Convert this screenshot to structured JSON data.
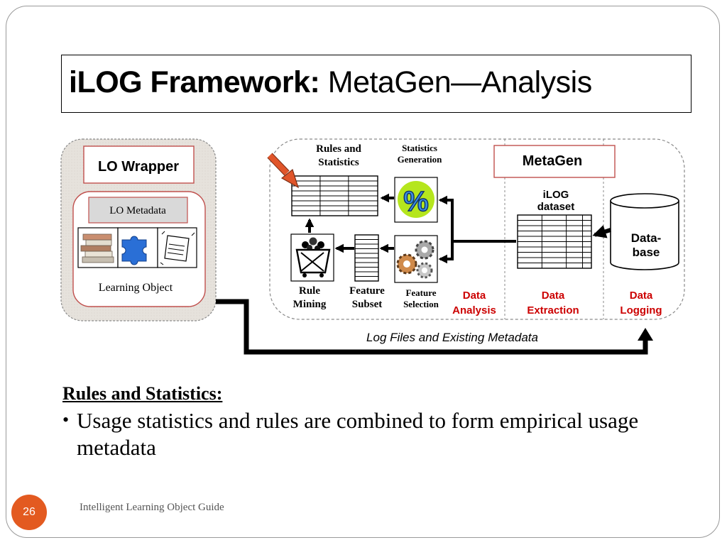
{
  "slide": {
    "title_main": "iLOG Framework:",
    "title_sub": " MetaGen—Analysis",
    "page_number": "26",
    "footer": "Intelligent Learning Object Guide"
  },
  "diagram": {
    "lo_wrapper_label": "LO Wrapper",
    "lo_metadata_label": "LO Metadata",
    "learning_object_label": "Learning Object",
    "metagen_label": "MetaGen",
    "rules_and_statistics_label": [
      "Rules and",
      "Statistics"
    ],
    "statistics_generation_label": [
      "Statistics",
      "Generation"
    ],
    "ilog_dataset_label": [
      "iLOG",
      "dataset"
    ],
    "database_label": [
      "Data-",
      "base"
    ],
    "rule_mining_label": [
      "Rule",
      "Mining"
    ],
    "feature_subset_label": [
      "Feature",
      "Subset"
    ],
    "feature_selection_label": [
      "Feature",
      "Selection"
    ],
    "data_analysis_label": [
      "Data",
      "Analysis"
    ],
    "data_extraction_label": [
      "Data",
      "Extraction"
    ],
    "data_logging_label": [
      "Data",
      "Logging"
    ],
    "log_files_label": "Log Files and Existing Metadata",
    "percent_symbol": "%",
    "colors": {
      "stage_label": "#cc0000",
      "pointer_arrow": "#e0552a",
      "box_border": "#c0504d",
      "wrapper_fill": "#e8e4df",
      "percent_bg": "#b5e61d"
    }
  },
  "content": {
    "heading": "Rules and Statistics:",
    "bullets": [
      "Usage statistics and rules are combined to form empirical usage metadata"
    ]
  }
}
